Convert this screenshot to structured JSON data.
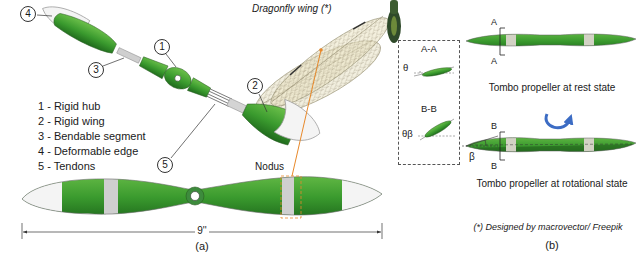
{
  "diagram": {
    "nodes": [
      {
        "text": [
          "4"
        ]
      },
      {
        "text": [
          "3"
        ]
      },
      {
        "text": [
          "1"
        ]
      },
      {
        "text": [
          "2"
        ]
      },
      {
        "text": [
          "5"
        ]
      },
      {
        "text": [
          "A-A",
          "θ",
          "B-B",
          "θβ"
        ]
      }
    ],
    "labels": [
      "Dragonfly wing (*)",
      "1 - Rigid hub",
      "2 - Rigid wing",
      "3 - Bendable segment",
      "4 - Deformable edge",
      "5 - Tendons",
      "Nodus",
      "9''",
      "(a)",
      "A",
      "A",
      "Tombo propeller at rest state",
      "β",
      "B",
      "B",
      "Tombo propeller at rotational state",
      "(*) Designed by macrovector/ Freepik",
      "(b)"
    ]
  }
}
